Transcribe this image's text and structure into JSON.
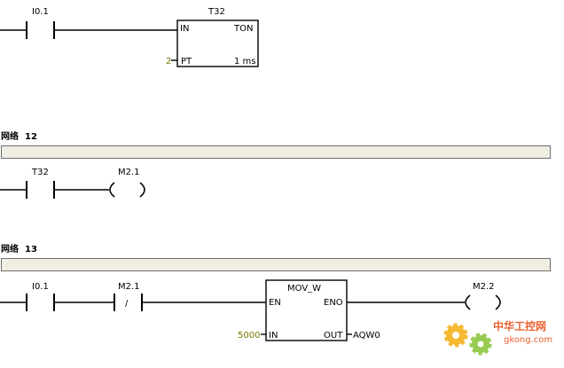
{
  "network_label": "网络",
  "rung1": {
    "contact": "I0.1",
    "timer_name": "T32",
    "timer_type": "TON",
    "in_pin": "IN",
    "pt_pin": "PT",
    "pt_value": "2",
    "resolution": "1 ms"
  },
  "network12": {
    "number": "12",
    "contact": "T32",
    "coil": "M2.1"
  },
  "network13": {
    "number": "13",
    "contact1": "I0.1",
    "contact2": "M2.1",
    "neg_symbol": "/",
    "block_name": "MOV_W",
    "en_pin": "EN",
    "eno_pin": "ENO",
    "in_pin": "IN",
    "out_pin": "OUT",
    "in_value": "5000",
    "out_value": "AQW0",
    "coil": "M2.2"
  },
  "watermark": {
    "cn_text": "中华工控网",
    "en_text": "gkong.com",
    "colors": {
      "orange": "#e8501a",
      "gear_yellow": "#f4b21b",
      "gear_green": "#8cc63f"
    }
  }
}
